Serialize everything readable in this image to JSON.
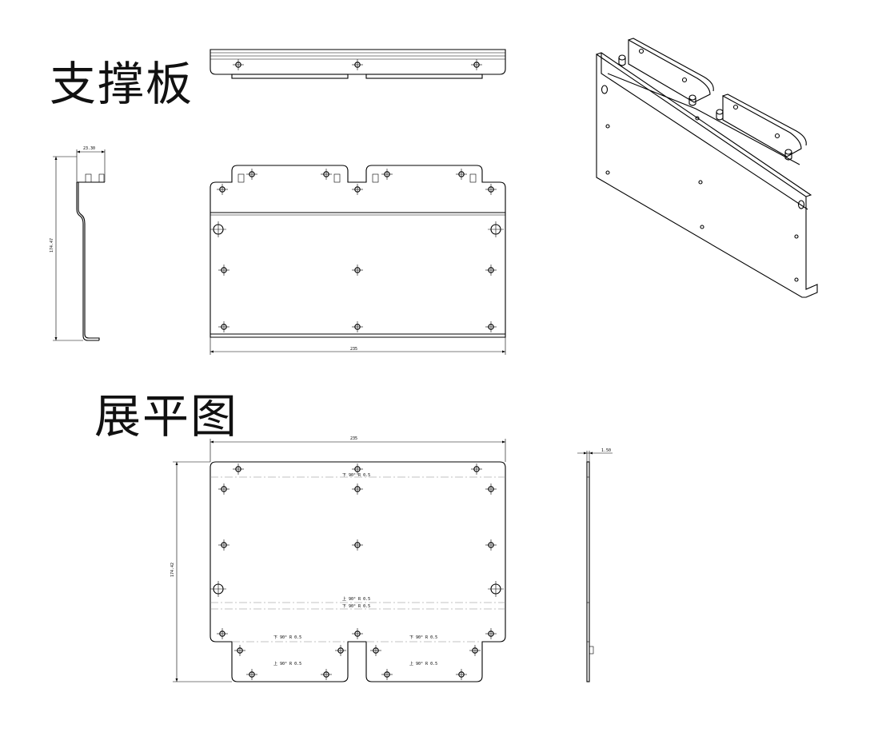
{
  "titles": {
    "part": "支撑板",
    "flat": "展平图"
  },
  "dimensions": {
    "side_flange": "23.30",
    "side_height": "174.47",
    "front_width": "235",
    "flat_width": "235",
    "flat_height": "174.42",
    "thickness": "1.50"
  },
  "bend_notes": {
    "top": "下 90° R 0.5",
    "lower_up": "上 90° R 0.5",
    "lower_down": "下 90° R 0.5",
    "tab_left_top": "下 90° R 0.5",
    "tab_right_top": "下 90° R 0.5",
    "tab_left_bottom": "上 90° R 0.5",
    "tab_right_bottom": "上 90° R 0.5"
  }
}
